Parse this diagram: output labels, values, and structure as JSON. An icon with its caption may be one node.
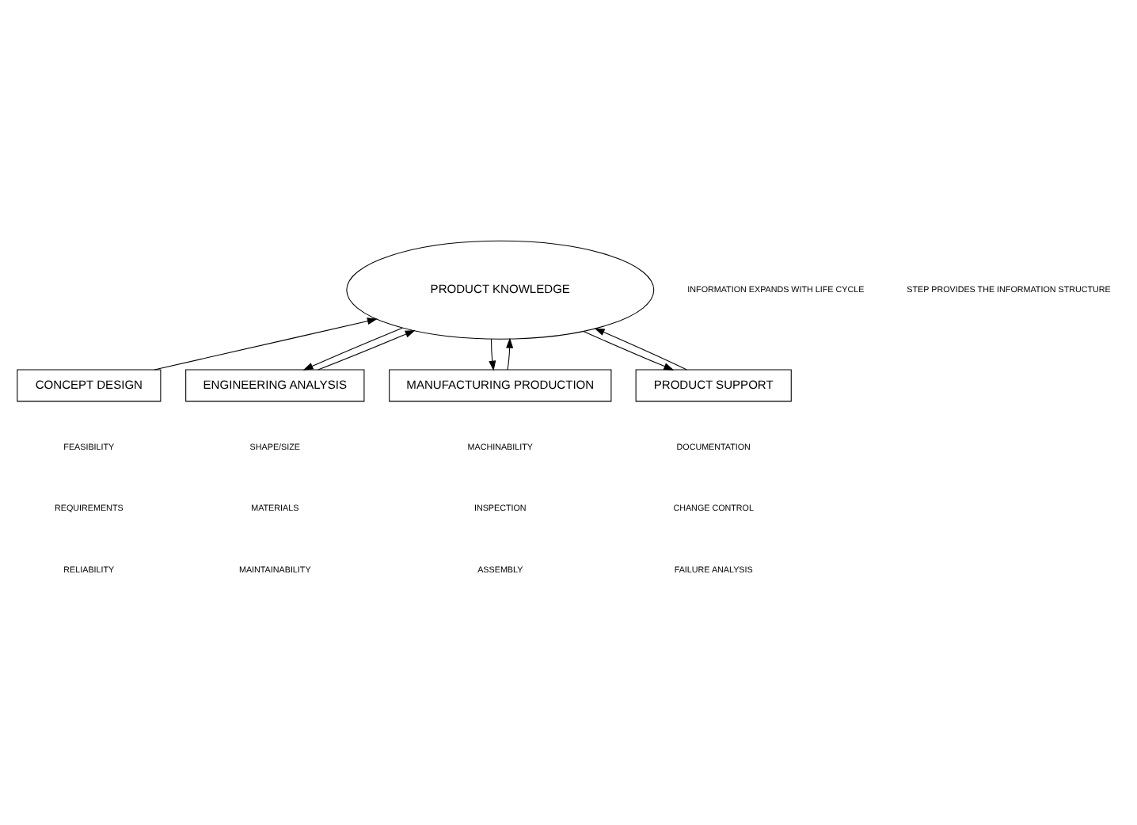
{
  "diagram": {
    "nodes": [
      {
        "text": [
          "PRODUCT KNOWLEDGE"
        ]
      },
      {
        "text": [
          "CONCEPT DESIGN"
        ]
      },
      {
        "text": [
          "ENGINEERING ANALYSIS"
        ]
      },
      {
        "text": [
          "MANUFACTURING PRODUCTION"
        ]
      },
      {
        "text": [
          "PRODUCT SUPPORT"
        ]
      }
    ],
    "edges": [
      {
        "from": 1,
        "to": 0,
        "arrow": "to"
      },
      {
        "from": 0,
        "to": 2,
        "arrow": "to"
      },
      {
        "from": 2,
        "to": 0,
        "arrow": "to"
      },
      {
        "from": 0,
        "to": 3,
        "arrow": "to"
      },
      {
        "from": 3,
        "to": 0,
        "arrow": "to"
      },
      {
        "from": 0,
        "to": 4,
        "arrow": "to"
      },
      {
        "from": 4,
        "to": 0,
        "arrow": "to"
      }
    ],
    "labels": [
      "INFORMATION EXPANDS WITH LIFE CYCLE",
      "STEP PROVIDES THE INFORMATION STRUCTURE",
      "FEASIBILITY",
      "REQUIREMENTS",
      "RELIABILITY",
      "SHAPE/SIZE",
      "MATERIALS",
      "MAINTAINABILITY",
      "MACHINABILITY",
      "INSPECTION",
      "ASSEMBLY",
      "DOCUMENTATION",
      "CHANGE CONTROL",
      "FAILURE ANALYSIS"
    ]
  }
}
